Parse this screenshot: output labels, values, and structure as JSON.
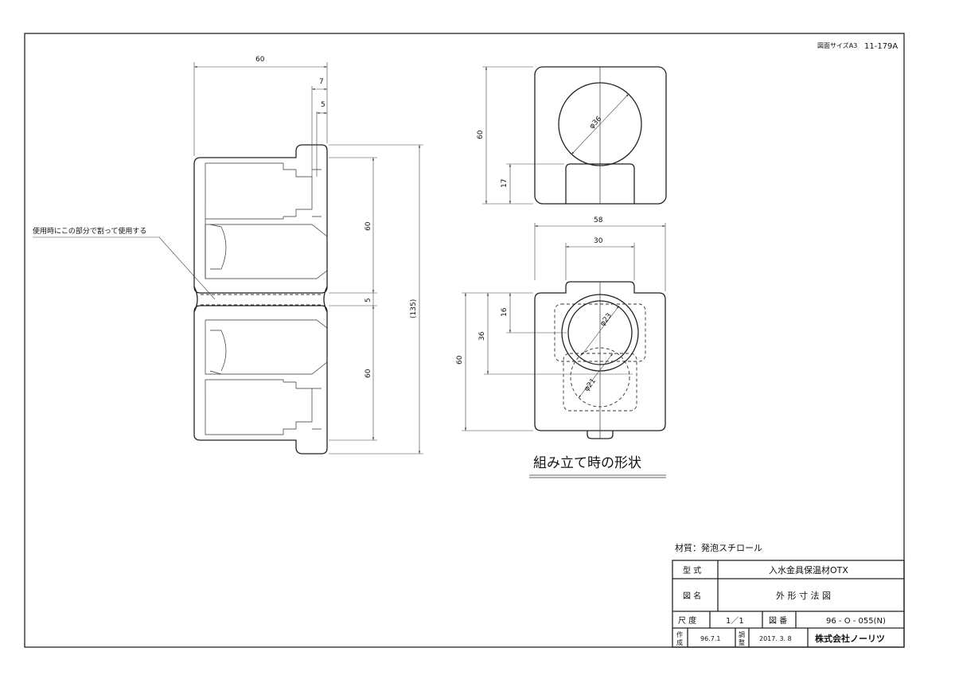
{
  "sheet": {
    "size_label": "図面サイズA3",
    "drawing_no": "11-179A"
  },
  "note": "使用時にこの部分で割って使用する",
  "caption": "組み立て時の形状",
  "material": "材質：発泡スチロール",
  "dimensions": {
    "left_width": "60",
    "left_step7": "7",
    "left_step5": "5",
    "left_upper_h": "60",
    "left_gap": "5",
    "left_lower_h": "60",
    "left_total": "(135)",
    "top_view_h": "60",
    "top_view_17": "17",
    "top_view_dia": "φ36",
    "bottom_width": "58",
    "bottom_30": "30",
    "bottom_60": "60",
    "bottom_36": "36",
    "bottom_16": "16",
    "bottom_dia23": "φ23",
    "bottom_dia21": "φ21"
  },
  "title_block": {
    "model_label": "型 式",
    "model_value": "入水金具保温材OTX",
    "name_label": "図 名",
    "name_value": "外 形 寸 法 図",
    "scale_label": "尺 度",
    "scale_value": "1／1",
    "drawing_label": "図 番",
    "drawing_value": "96 - O - 055(N)",
    "made_label_1": "作",
    "made_label_2": "成",
    "made_date": "96.7.1",
    "adjust_label_1": "調",
    "adjust_label_2": "整",
    "adjust_date": "2017. 3. 8",
    "company": "株式会社ノーリツ"
  }
}
